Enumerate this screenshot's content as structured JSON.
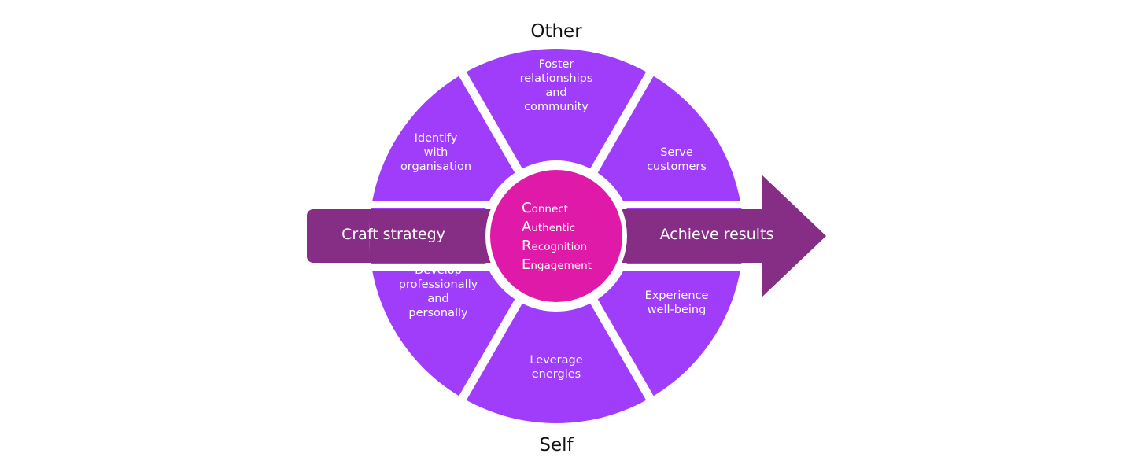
{
  "labels": {
    "top": "Other",
    "bottom": "Self",
    "left_arrow": "Craft strategy",
    "right_arrow": "Achieve results"
  },
  "segments": [
    {
      "id": "top",
      "lines": [
        "Foster",
        "relationships",
        "and",
        "community"
      ]
    },
    {
      "id": "upper-right",
      "lines": [
        "Serve",
        "customers"
      ]
    },
    {
      "id": "lower-right",
      "lines": [
        "Experience",
        "well-being"
      ]
    },
    {
      "id": "bottom",
      "lines": [
        "Leverage",
        "energies"
      ]
    },
    {
      "id": "lower-left",
      "lines": [
        "Develop",
        "professionally",
        "and",
        "personally"
      ]
    },
    {
      "id": "upper-left",
      "lines": [
        "Identify",
        "with",
        "organisation"
      ]
    }
  ],
  "center": [
    {
      "initial": "C",
      "rest": "onnect"
    },
    {
      "initial": "A",
      "rest": "uthentic"
    },
    {
      "initial": "R",
      "rest": "ecognition"
    },
    {
      "initial": "E",
      "rest": "ngagement"
    }
  ],
  "colors": {
    "segment": "#a03dfa",
    "arrow": "#862d86",
    "center": "#e01aa8",
    "text_light": "#ffffff",
    "text_dark": "#111111"
  }
}
